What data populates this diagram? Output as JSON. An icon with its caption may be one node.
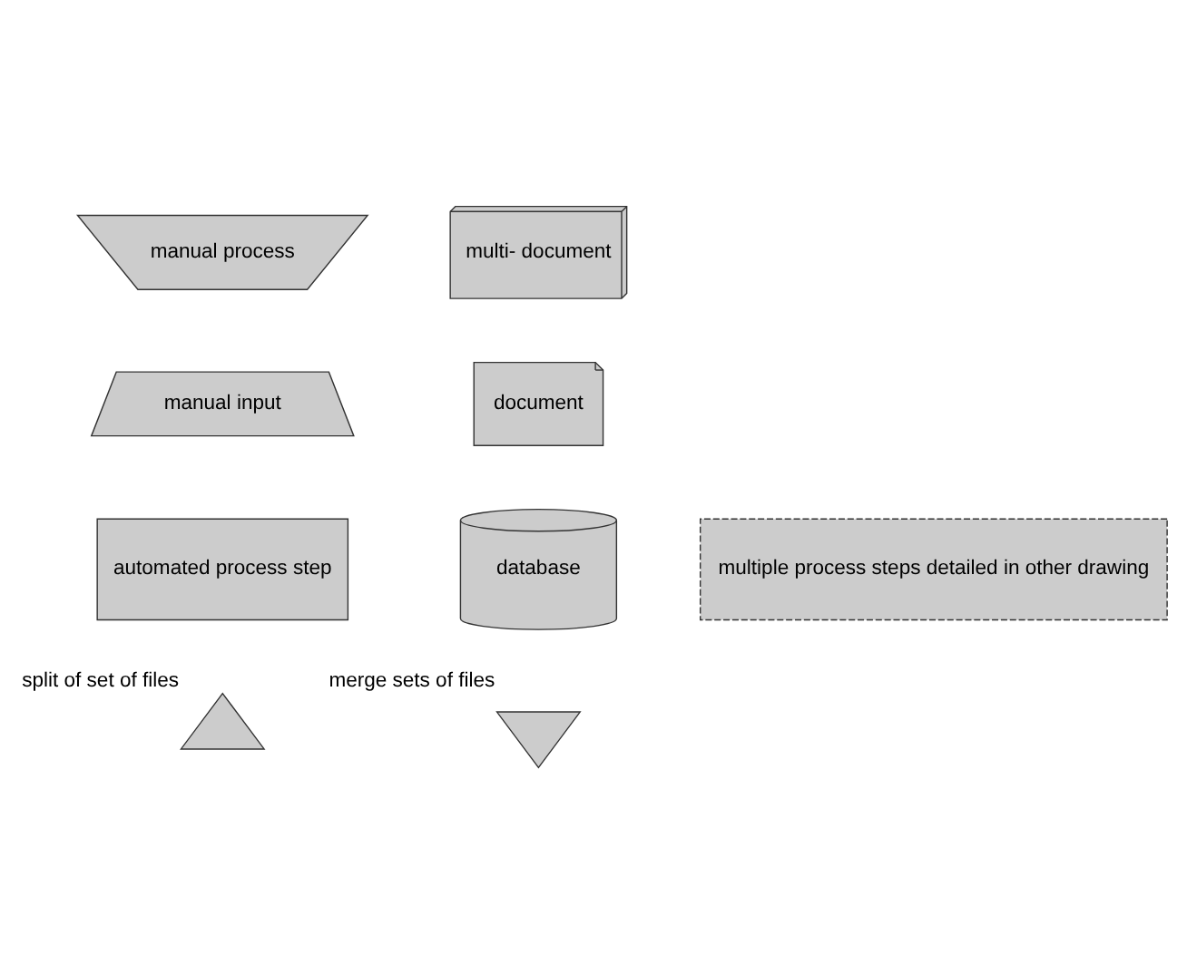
{
  "diagram": {
    "nodes": [
      {
        "text": [
          "manual process"
        ]
      },
      {
        "text": [
          "multi- document"
        ]
      },
      {
        "text": [
          "manual input"
        ]
      },
      {
        "text": [
          "document"
        ]
      },
      {
        "text": [
          "automated process step"
        ]
      },
      {
        "text": [
          "multiple process steps detailed in other drawing"
        ]
      },
      {
        "text": [
          "database"
        ]
      },
      {
        "text": [],
        "shape": "triangle",
        "beside": [
          "split of set of files"
        ]
      },
      {
        "text": [],
        "shape": "triangle",
        "beside": [
          "merge sets of files"
        ]
      }
    ],
    "edges": []
  }
}
